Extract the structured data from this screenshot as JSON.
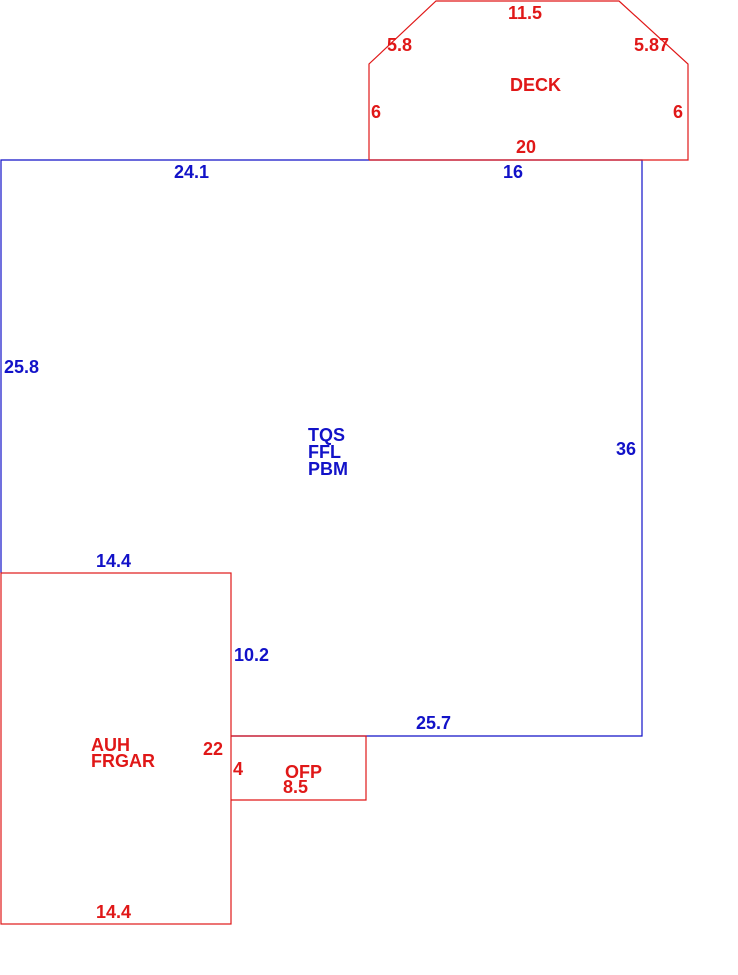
{
  "colors": {
    "main_structure": "#1212c8",
    "additions": "#e01818",
    "background": "#ffffff"
  },
  "main_structure": {
    "codes": [
      "TQS",
      "FFL",
      "PBM"
    ],
    "dimensions": {
      "top_left": "24.1",
      "top_right": "16",
      "left": "25.8",
      "right": "36",
      "garage_top": "14.4",
      "inner_vertical": "10.2",
      "bottom": "25.7"
    }
  },
  "deck": {
    "label": "DECK",
    "dimensions": {
      "top": "11.5",
      "upper_left_diagonal": "5.8",
      "upper_right_diagonal": "5.87",
      "left": "6",
      "right": "6",
      "bottom": "20"
    }
  },
  "garage": {
    "codes": [
      "AUH",
      "FRGAR"
    ],
    "dimensions": {
      "right": "22",
      "bottom": "14.4"
    }
  },
  "porch": {
    "label": "OFP",
    "dimensions": {
      "height": "4",
      "width": "8.5"
    }
  }
}
